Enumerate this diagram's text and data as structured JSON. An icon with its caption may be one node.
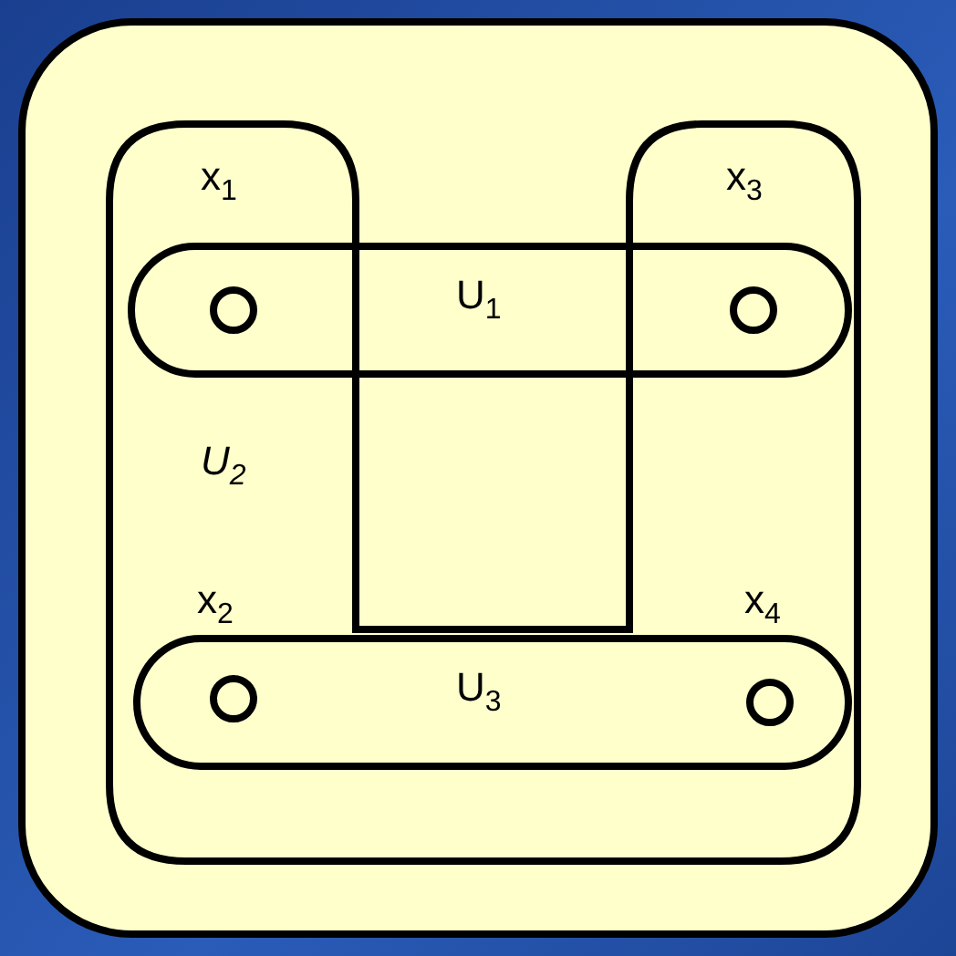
{
  "diagram": {
    "nodes": [
      {
        "text": [],
        "shape": "box"
      },
      {
        "text": [
          "U$_{2}$"
        ],
        "in": 0
      },
      {
        "text": [
          "U$_{1}$"
        ],
        "in": 0
      },
      {
        "text": [
          "U$_{3}$"
        ],
        "in": 1
      },
      {
        "text": [],
        "shape": "circle",
        "in": 2
      },
      {
        "text": [],
        "shape": "circle",
        "in": 2
      },
      {
        "text": [],
        "shape": "circle",
        "in": 3
      },
      {
        "text": [],
        "shape": "circle",
        "in": 3
      }
    ],
    "labels": [
      "x$_{1}$",
      "x$_{3}$",
      "x$_{2}$",
      "x$_{4}$"
    ]
  }
}
